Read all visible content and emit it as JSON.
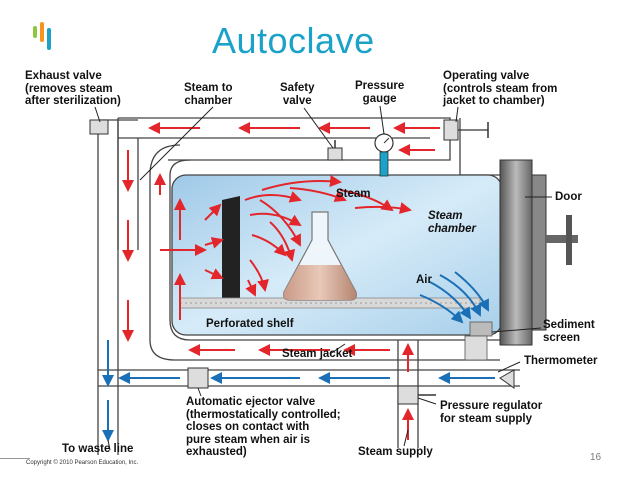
{
  "title": "Autoclave",
  "page_number": "16",
  "copyright": "Copyright © 2010 Pearson Education, Inc.",
  "colors": {
    "accent": "#1aa2c8",
    "steam_flow": "#e3262b",
    "water_flow": "#1b6fb6",
    "chamber": "#bfdcf0"
  },
  "logo": {
    "icon": "bar-logo-icon",
    "colors": [
      "#8dc63f",
      "#f7941d",
      "#1aa2c8"
    ]
  },
  "labels": {
    "exhaust_valve": [
      "Exhaust valve",
      "(removes steam",
      "after sterilization)"
    ],
    "steam_to_chamber": [
      "Steam to",
      "chamber"
    ],
    "safety_valve": [
      "Safety",
      "valve"
    ],
    "pressure_gauge": [
      "Pressure",
      "gauge"
    ],
    "operating_valve": [
      "Operating valve",
      "(controls steam from",
      "jacket to chamber)"
    ],
    "door": "Door",
    "steam": "Steam",
    "steam_chamber": [
      "Steam",
      "chamber"
    ],
    "air": "Air",
    "perforated_shelf": "Perforated shelf",
    "sediment_screen": [
      "Sediment",
      "screen"
    ],
    "steam_jacket": "Steam jacket",
    "thermometer": "Thermometer",
    "automatic_ejector_valve": [
      "Automatic ejector valve",
      "(thermostatically controlled;",
      "closes on contact with",
      "pure steam when air is",
      "exhausted)"
    ],
    "pressure_regulator": [
      "Pressure regulator",
      "for steam supply"
    ],
    "to_waste_line": "To waste line",
    "steam_supply": "Steam supply"
  }
}
